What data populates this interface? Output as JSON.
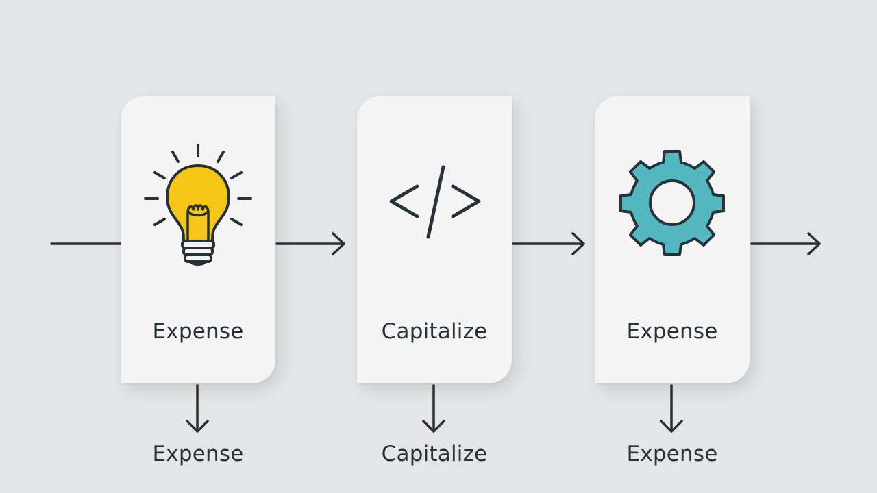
{
  "stages": [
    {
      "label": "Expense",
      "icon": "lightbulb-icon",
      "outcome": "Expense"
    },
    {
      "label": "Capitalize",
      "icon": "code-icon",
      "outcome": "Capitalize"
    },
    {
      "label": "Expense",
      "icon": "gear-icon",
      "outcome": "Expense"
    }
  ],
  "colors": {
    "background": "#e4e5e6",
    "card": "#f4f4f4",
    "stroke": "#263238",
    "bulb_fill": "#f5c518",
    "gear_fill": "#55b7c0"
  }
}
